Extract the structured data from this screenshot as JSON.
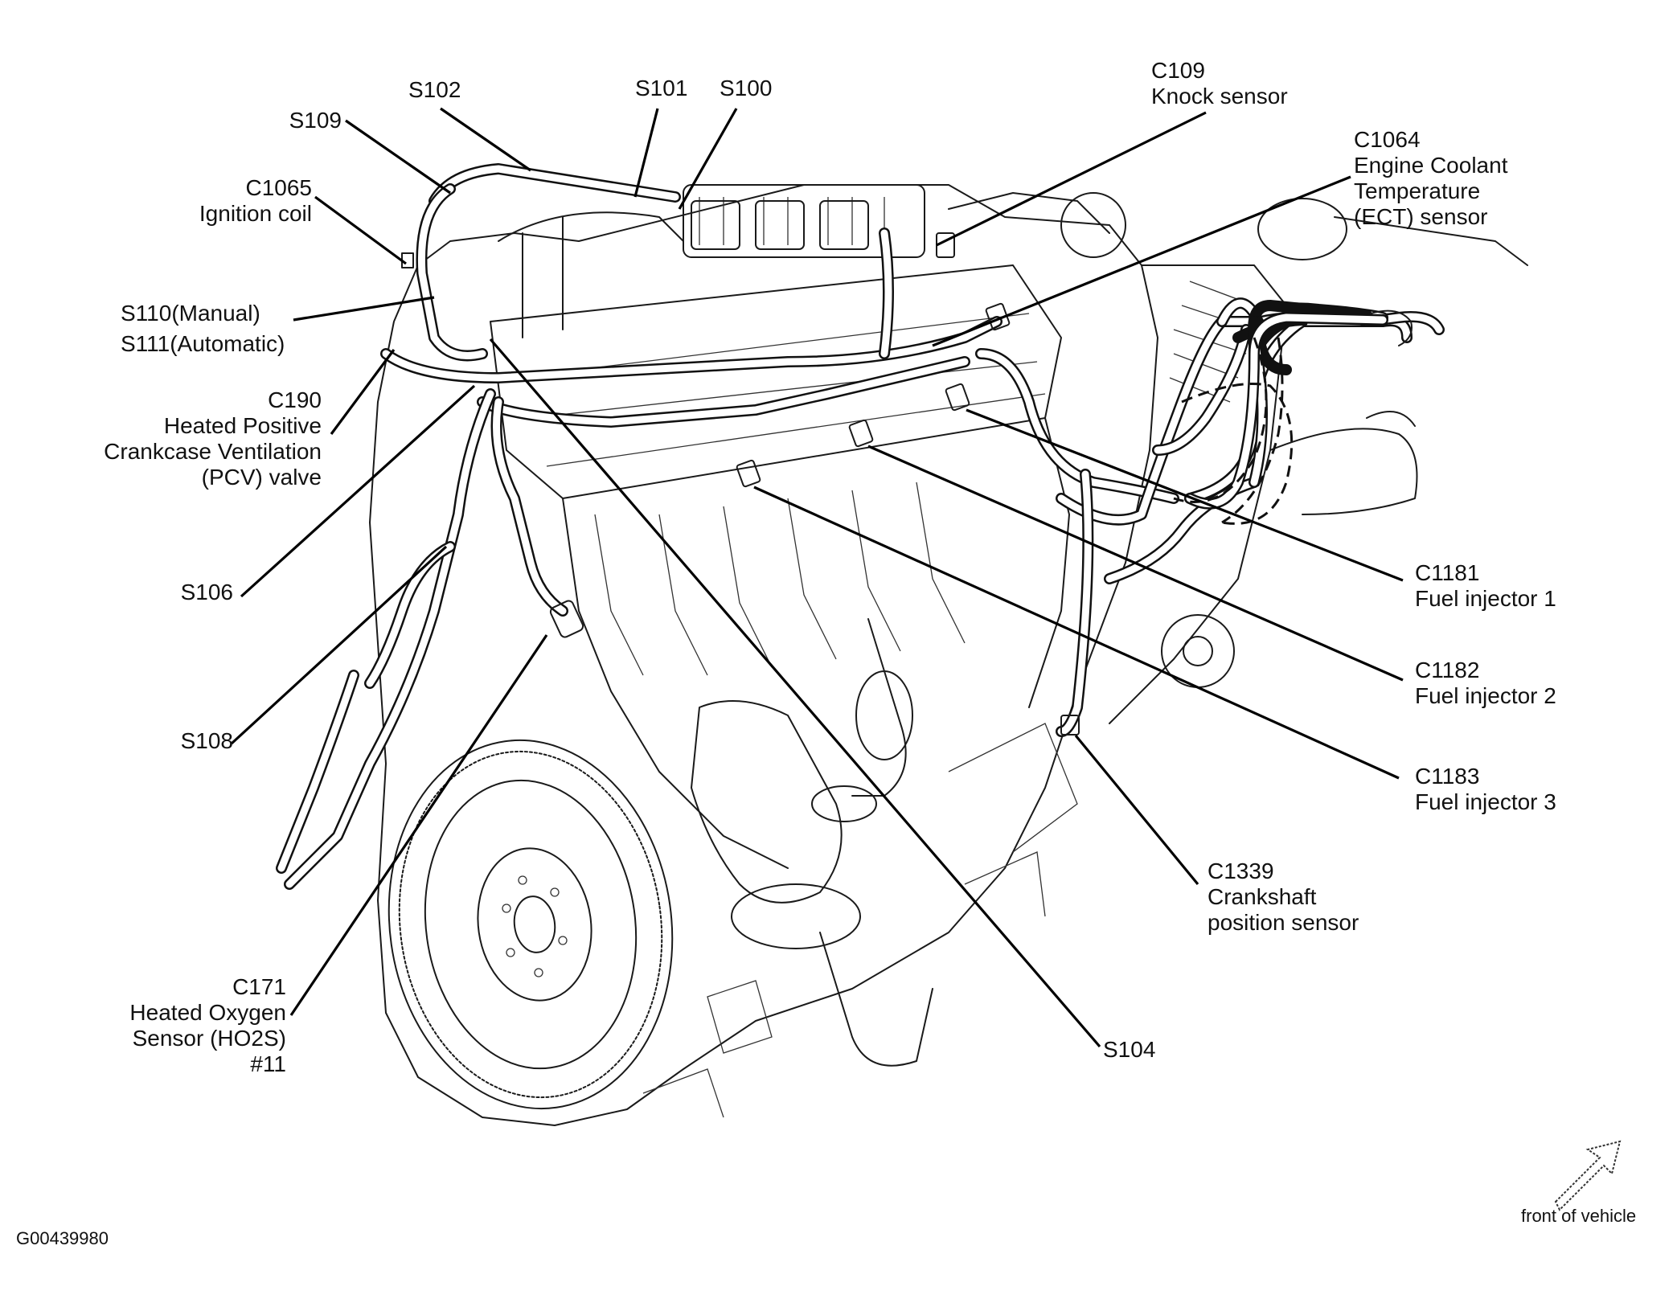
{
  "labels": {
    "s102": "S102",
    "s101": "S101",
    "s100": "S100",
    "c109_id": "C109",
    "c109_name": "Knock sensor",
    "s109": "S109",
    "c1064_id": "C1064",
    "c1064_l1": "Engine Coolant",
    "c1064_l2": "Temperature",
    "c1064_l3": "(ECT) sensor",
    "c1065_id": "C1065",
    "c1065_name": "Ignition coil",
    "s110": "S110(Manual)",
    "s111": "S111(Automatic)",
    "c190_id": "C190",
    "c190_l1": "Heated Positive",
    "c190_l2": "Crankcase Ventilation",
    "c190_l3": "(PCV) valve",
    "s106": "S106",
    "s108": "S108",
    "c171_id": "C171",
    "c171_l1": "Heated Oxygen",
    "c171_l2": "Sensor (HO2S)",
    "c171_l3": "#11",
    "c1181_id": "C1181",
    "c1181_name": "Fuel injector 1",
    "c1182_id": "C1182",
    "c1182_name": "Fuel injector 2",
    "c1183_id": "C1183",
    "c1183_name": "Fuel injector 3",
    "c1339_id": "C1339",
    "c1339_l1": "Crankshaft",
    "c1339_l2": "position sensor",
    "s104": "S104",
    "front": "front of vehicle",
    "figure_id": "G00439980"
  },
  "colors": {
    "line": "#111111",
    "background": "#ffffff"
  }
}
